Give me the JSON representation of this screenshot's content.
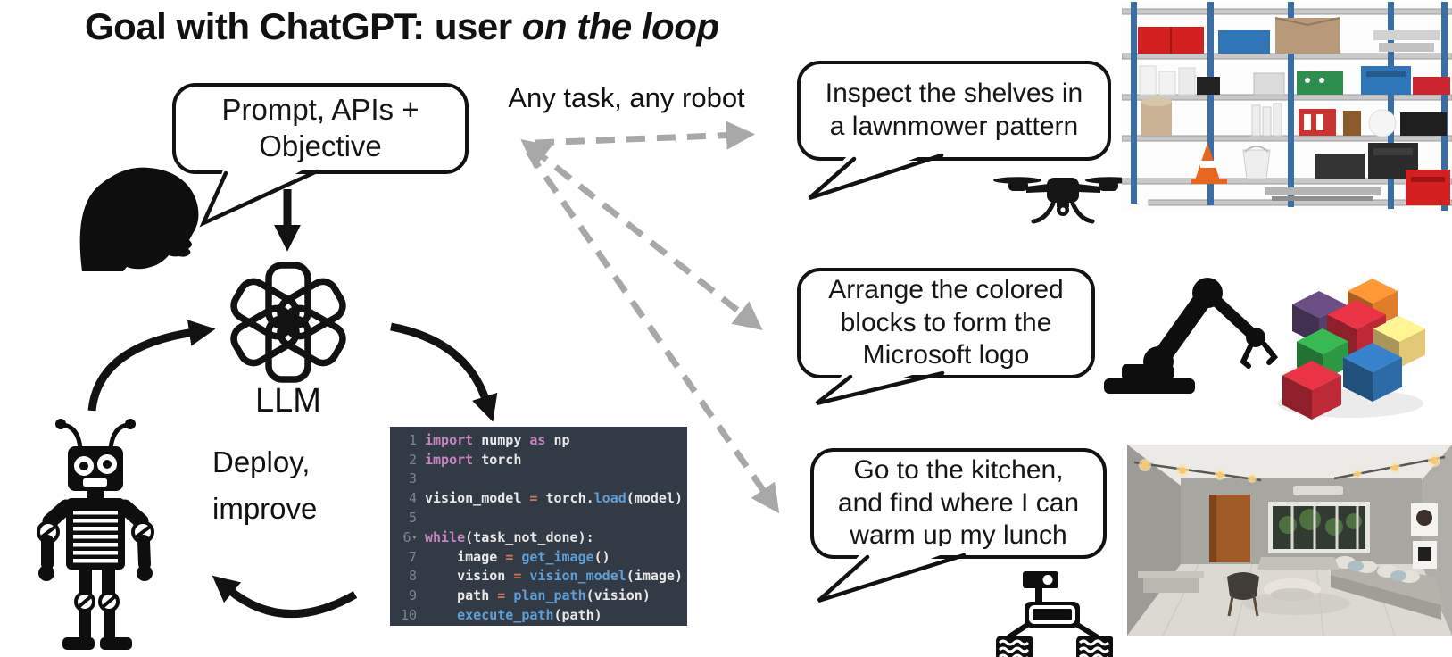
{
  "title": {
    "prefix": "Goal with ChatGPT: user ",
    "italic": "on the loop"
  },
  "diagram": {
    "prompt_bubble": {
      "line1": "Prompt, APIs +",
      "line2": "Objective"
    },
    "any_task_label": "Any task, any robot",
    "llm_label": "LLM",
    "deploy_label_line1": "Deploy,",
    "deploy_label_line2": "improve"
  },
  "task_bubbles": [
    {
      "lines": [
        "Inspect the shelves in",
        "a lawnmower pattern"
      ],
      "robot": "drone"
    },
    {
      "lines": [
        "Arrange the colored",
        "blocks to form the",
        "Microsoft logo"
      ],
      "robot": "robot-arm"
    },
    {
      "lines": [
        "Go to the kitchen,",
        "and find where I can",
        "warm up my lunch"
      ],
      "robot": "rover"
    }
  ],
  "code_editor": {
    "fold_marker": "▾",
    "lines": [
      {
        "num": "1",
        "fold": false,
        "tokens": [
          [
            "kw",
            "import"
          ],
          [
            "pl",
            " numpy "
          ],
          [
            "kw",
            "as"
          ],
          [
            "pl",
            " np"
          ]
        ]
      },
      {
        "num": "2",
        "fold": false,
        "tokens": [
          [
            "kw",
            "import"
          ],
          [
            "pl",
            " torch"
          ]
        ]
      },
      {
        "num": "3",
        "fold": false,
        "tokens": []
      },
      {
        "num": "4",
        "fold": false,
        "tokens": [
          [
            "pl",
            "vision_model "
          ],
          [
            "op",
            "="
          ],
          [
            "pl",
            " torch."
          ],
          [
            "fn",
            "load"
          ],
          [
            "pl",
            "(model)"
          ]
        ]
      },
      {
        "num": "5",
        "fold": false,
        "tokens": []
      },
      {
        "num": "6",
        "fold": true,
        "tokens": [
          [
            "kw",
            "while"
          ],
          [
            "pl",
            "(task_not_done):"
          ]
        ]
      },
      {
        "num": "7",
        "fold": false,
        "tokens": [
          [
            "pl",
            "    image "
          ],
          [
            "op",
            "="
          ],
          [
            "pl",
            " "
          ],
          [
            "fn",
            "get_image"
          ],
          [
            "pl",
            "()"
          ]
        ]
      },
      {
        "num": "8",
        "fold": false,
        "tokens": [
          [
            "pl",
            "    vision "
          ],
          [
            "op",
            "="
          ],
          [
            "pl",
            " "
          ],
          [
            "fn",
            "vision_model"
          ],
          [
            "pl",
            "(image)"
          ]
        ]
      },
      {
        "num": "9",
        "fold": false,
        "tokens": [
          [
            "pl",
            "    path "
          ],
          [
            "op",
            "="
          ],
          [
            "pl",
            " "
          ],
          [
            "fn",
            "plan_path"
          ],
          [
            "pl",
            "(vision)"
          ]
        ]
      },
      {
        "num": "10",
        "fold": false,
        "tokens": [
          [
            "pl",
            "    "
          ],
          [
            "fn",
            "execute_path"
          ],
          [
            "pl",
            "(path)"
          ]
        ]
      }
    ]
  },
  "colors": {
    "ink": "#121212",
    "dashed_arrow": "#a8a8a8",
    "code_bg": "#323a46",
    "code_keyword": "#c586c0",
    "code_function": "#5f9fd6",
    "code_operator": "#d1765a",
    "code_plain": "#e8e8e8",
    "code_linenum": "#7b8496",
    "shelf_pole_blue": "#3a6ea5",
    "block_purple": "#5b4270",
    "block_orange": "#e8822d",
    "block_red": "#c62b3a",
    "block_yellow": "#ecd07c",
    "block_green": "#2f9e47",
    "block_blue": "#2e6fad"
  }
}
